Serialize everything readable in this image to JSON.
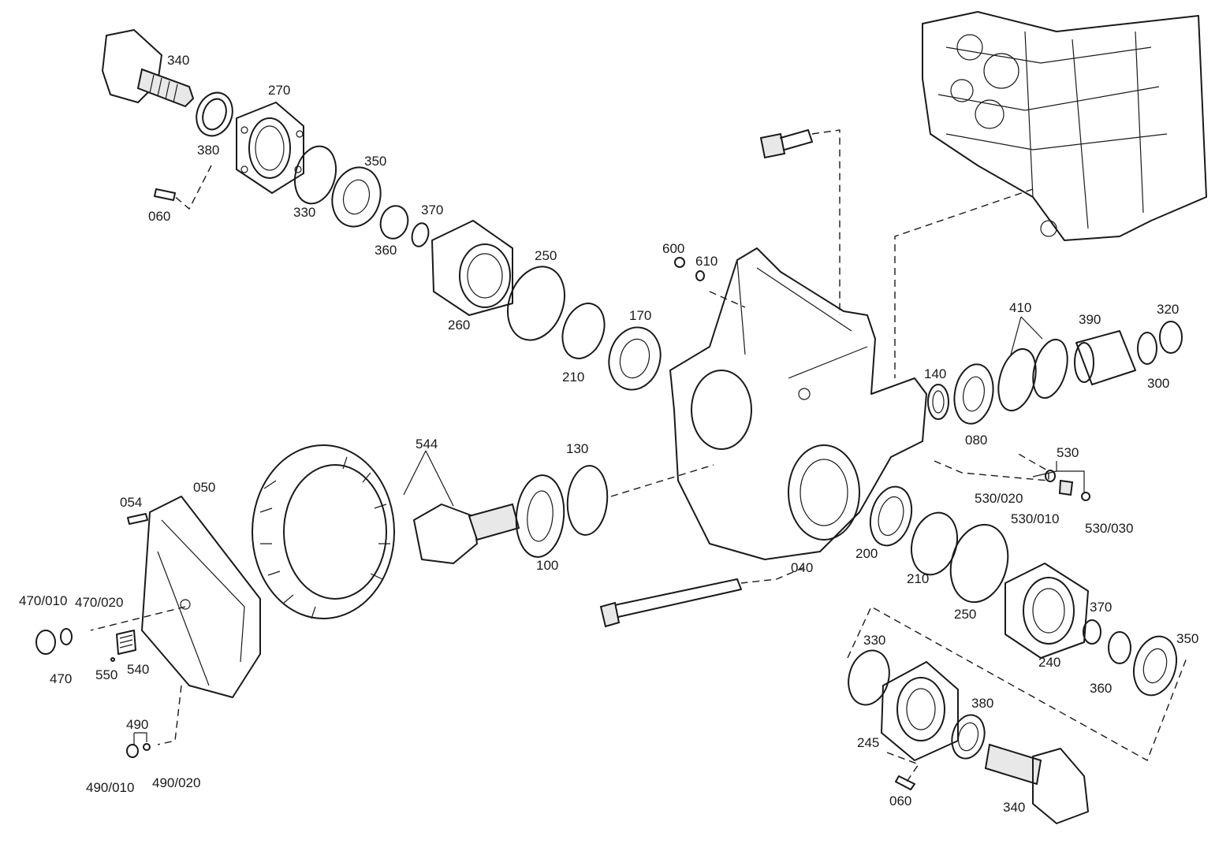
{
  "callouts": [
    {
      "id": "c340a",
      "text": "340"
    },
    {
      "id": "c270",
      "text": "270"
    },
    {
      "id": "c380a",
      "text": "380"
    },
    {
      "id": "c350a",
      "text": "350"
    },
    {
      "id": "c330a",
      "text": "330"
    },
    {
      "id": "c060a",
      "text": "060"
    },
    {
      "id": "c370a",
      "text": "370"
    },
    {
      "id": "c360a",
      "text": "360"
    },
    {
      "id": "c250a",
      "text": "250"
    },
    {
      "id": "c260",
      "text": "260"
    },
    {
      "id": "c600",
      "text": "600"
    },
    {
      "id": "c610",
      "text": "610"
    },
    {
      "id": "c170",
      "text": "170"
    },
    {
      "id": "c210a",
      "text": "210"
    },
    {
      "id": "c410",
      "text": "410"
    },
    {
      "id": "c390",
      "text": "390"
    },
    {
      "id": "c320",
      "text": "320"
    },
    {
      "id": "c140",
      "text": "140"
    },
    {
      "id": "c300",
      "text": "300"
    },
    {
      "id": "c080",
      "text": "080"
    },
    {
      "id": "c544",
      "text": "544"
    },
    {
      "id": "c130",
      "text": "130"
    },
    {
      "id": "c530",
      "text": "530"
    },
    {
      "id": "c530020",
      "text": "530/020"
    },
    {
      "id": "c530010",
      "text": "530/010"
    },
    {
      "id": "c530030",
      "text": "530/030"
    },
    {
      "id": "c050",
      "text": "050"
    },
    {
      "id": "c054",
      "text": "054"
    },
    {
      "id": "c100",
      "text": "100"
    },
    {
      "id": "c040",
      "text": "040"
    },
    {
      "id": "c200",
      "text": "200"
    },
    {
      "id": "c210b",
      "text": "210"
    },
    {
      "id": "c250b",
      "text": "250"
    },
    {
      "id": "c370b",
      "text": "370"
    },
    {
      "id": "c350b",
      "text": "350"
    },
    {
      "id": "c470010",
      "text": "470/010"
    },
    {
      "id": "c470020",
      "text": "470/020"
    },
    {
      "id": "c470",
      "text": "470"
    },
    {
      "id": "c550",
      "text": "550"
    },
    {
      "id": "c540",
      "text": "540"
    },
    {
      "id": "c330b",
      "text": "330"
    },
    {
      "id": "c240",
      "text": "240"
    },
    {
      "id": "c360b",
      "text": "360"
    },
    {
      "id": "c380b",
      "text": "380"
    },
    {
      "id": "c245",
      "text": "245"
    },
    {
      "id": "c490",
      "text": "490"
    },
    {
      "id": "c490010",
      "text": "490/010"
    },
    {
      "id": "c490020",
      "text": "490/020"
    },
    {
      "id": "c060b",
      "text": "060"
    },
    {
      "id": "c340b",
      "text": "340"
    }
  ]
}
